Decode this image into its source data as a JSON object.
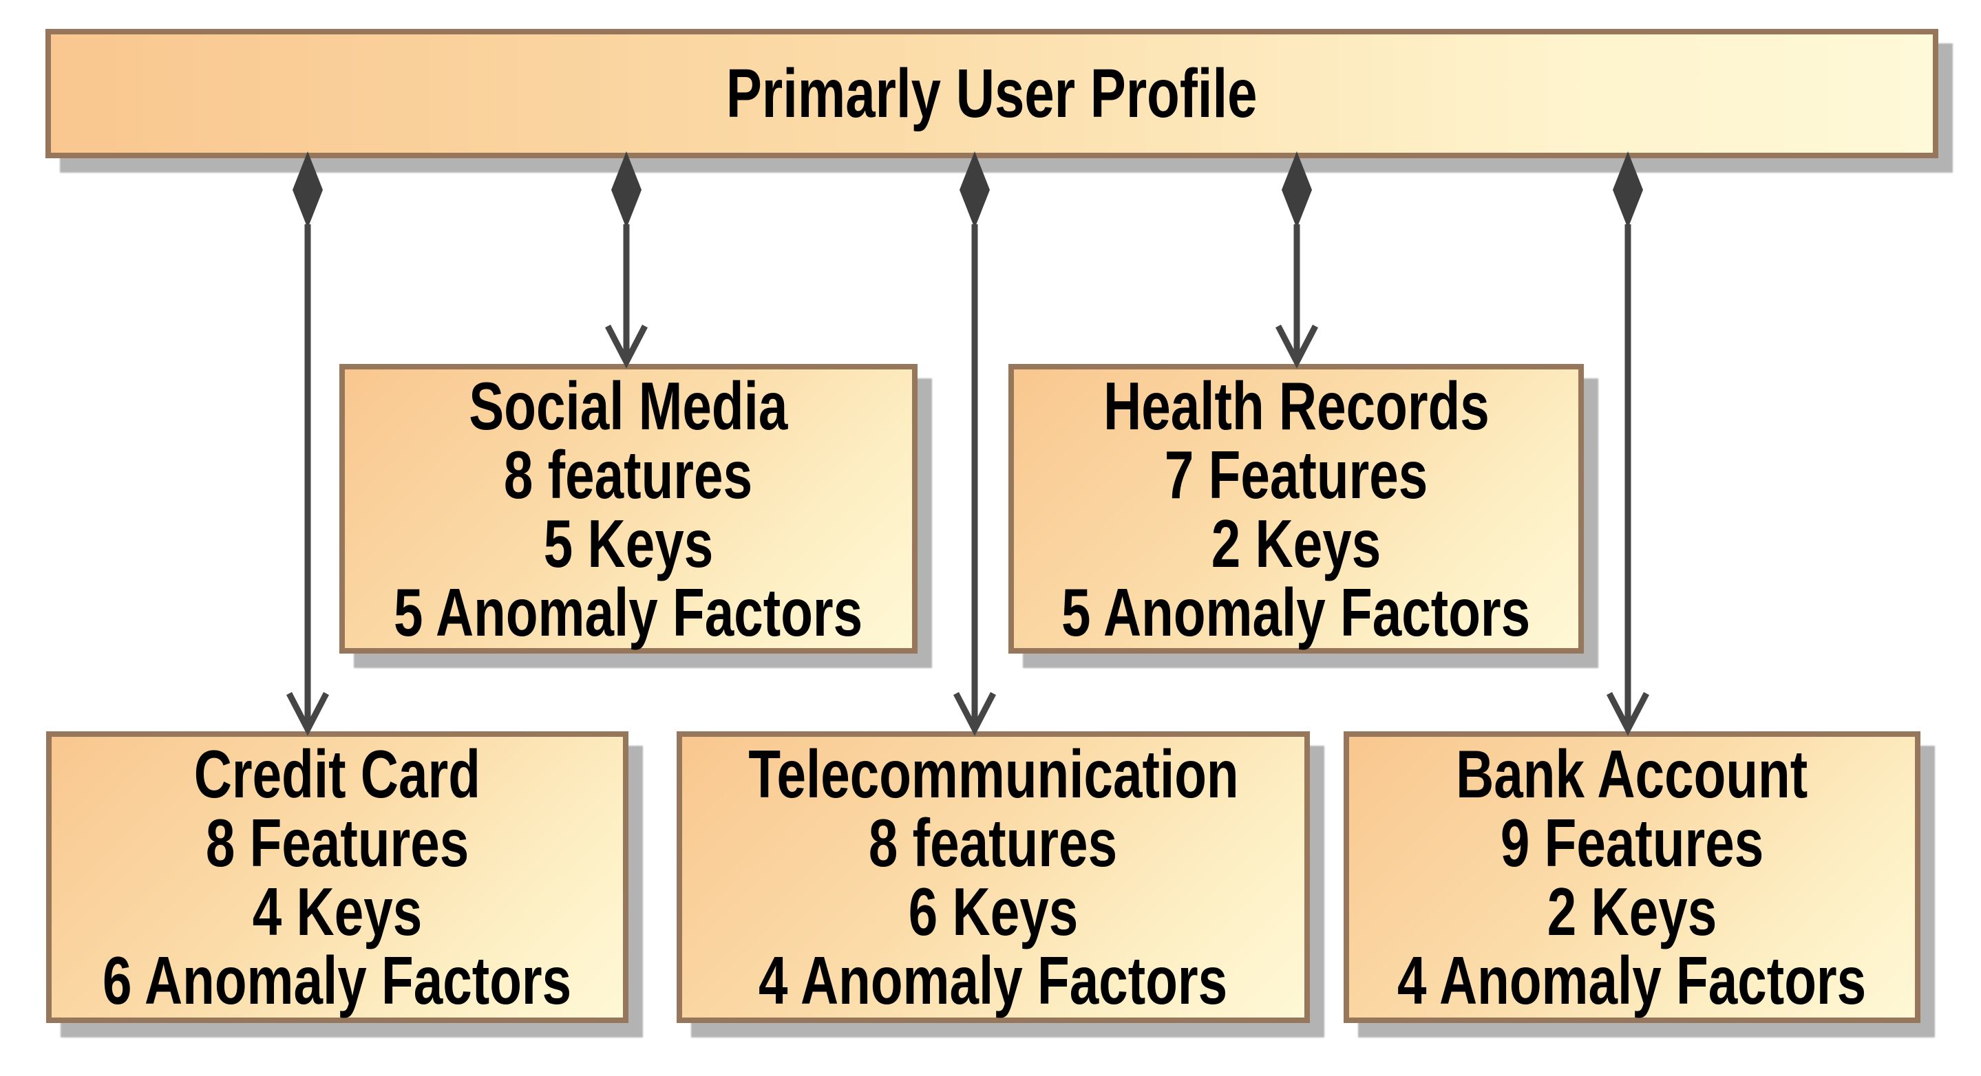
{
  "root_node": {
    "title": "Primarly User Profile"
  },
  "nodes": [
    {
      "id": "social-media",
      "title": "Social Media",
      "features": "8 features",
      "keys": "5 Keys",
      "anomaly_factors": "5 Anomaly Factors"
    },
    {
      "id": "health-records",
      "title": "Health Records",
      "features": "7 Features",
      "keys": "2 Keys",
      "anomaly_factors": "5 Anomaly Factors"
    },
    {
      "id": "credit-card",
      "title": "Credit Card",
      "features": "8 Features",
      "keys": "4 Keys",
      "anomaly_factors": "6 Anomaly Factors"
    },
    {
      "id": "telecommunication",
      "title": "Telecommunication",
      "features": "8 features",
      "keys": "6 Keys",
      "anomaly_factors": "4 Anomaly Factors"
    },
    {
      "id": "bank-account",
      "title": "Bank Account",
      "features": "9 Features",
      "keys": "2 Keys",
      "anomaly_factors": "4 Anomaly Factors"
    }
  ],
  "colors": {
    "box_fill_dark": "#F9C78F",
    "box_fill_mid": "#FBDCA9",
    "box_fill_light": "#FEF8D6",
    "box_border": "#96775B",
    "shadow": "#B3B3B3",
    "connector": "#404040",
    "text": "#000000",
    "background": "#FFFFFF"
  }
}
